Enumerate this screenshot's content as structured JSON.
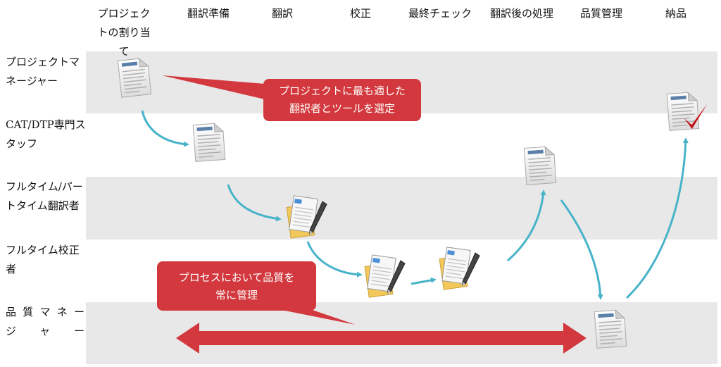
{
  "columns": [
    {
      "label": "プロジェクトの割り当て"
    },
    {
      "label": "翻訳準備"
    },
    {
      "label": "翻訳"
    },
    {
      "label": "校正"
    },
    {
      "label": "最終チェック"
    },
    {
      "label": "翻訳後の処理"
    },
    {
      "label": "品質管理"
    },
    {
      "label": "納品"
    }
  ],
  "roles": [
    {
      "label": "プロジェクトマネージャー"
    },
    {
      "label": "CAT/DTP専門スタッフ"
    },
    {
      "label": "フルタイム/パートタイム翻訳者"
    },
    {
      "label": "フルタイム校正者"
    },
    {
      "label": "品 質 マ ネ ー ジャー"
    }
  ],
  "callouts": {
    "pm_line1": "プロジェクトに最も適した",
    "pm_line2": "翻訳者とツールを選定",
    "qm_line1": "プロセスにおいて品質を",
    "qm_line2": "常に管理"
  },
  "colors": {
    "lane_gray": "#e8e8e8",
    "callout_red": "#d2383d",
    "flow_arrow": "#47b3c9",
    "check_mark": "#c4161c"
  },
  "icons": [
    "document-icon",
    "edit-document-icon",
    "checked-document-icon"
  ]
}
